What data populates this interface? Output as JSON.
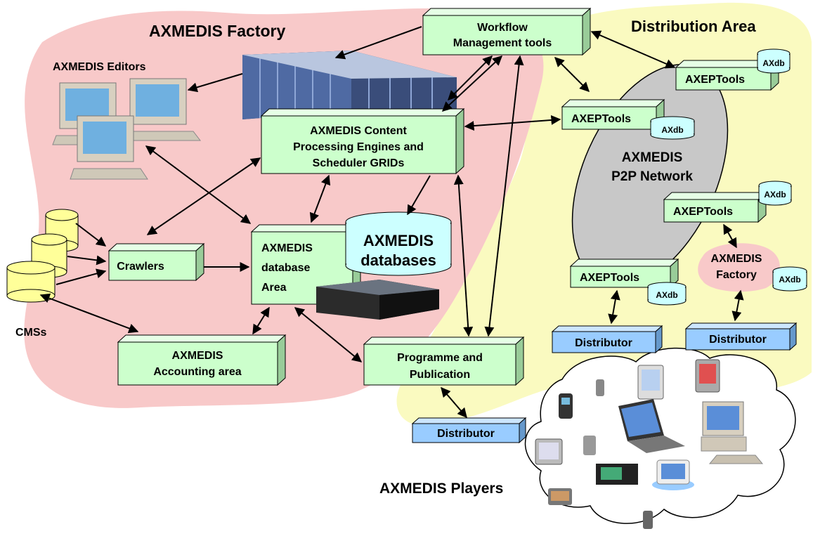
{
  "diagram": {
    "regions": {
      "factory": "AXMEDIS Factory",
      "distribution": "Distribution Area",
      "p2p_network": [
        "AXMEDIS",
        "P2P Network"
      ],
      "players": "AXMEDIS Players"
    },
    "labels": {
      "editors": "AXMEDIS Editors",
      "cmss": "CMSs",
      "databases": [
        "AXMEDIS",
        "databases"
      ]
    },
    "boxes": {
      "workflow": [
        "Workflow",
        "Management tools"
      ],
      "processing": [
        "AXMEDIS Content",
        "Processing Engines and",
        "Scheduler GRIDs"
      ],
      "crawlers": [
        "Crawlers"
      ],
      "database_area": [
        "AXMEDIS",
        "database",
        "Area"
      ],
      "accounting": [
        "AXMEDIS",
        "Accounting area"
      ],
      "programme": [
        "Programme and",
        "Publication"
      ]
    },
    "axeptools_label": "AXEPTools",
    "axdb_label": "AXdb",
    "distributor_label": "Distributor",
    "small_factory": [
      "AXMEDIS",
      "Factory"
    ]
  },
  "colors": {
    "factory_bg": "#f8c9c9",
    "distribution_bg": "#fafac0",
    "p2p_bg": "#c8c8c8",
    "green_box": "#ccffcc",
    "blue_box": "#99ccff",
    "db_cylinder": "#ccffff",
    "cms_cylinder": "#ffff99"
  }
}
